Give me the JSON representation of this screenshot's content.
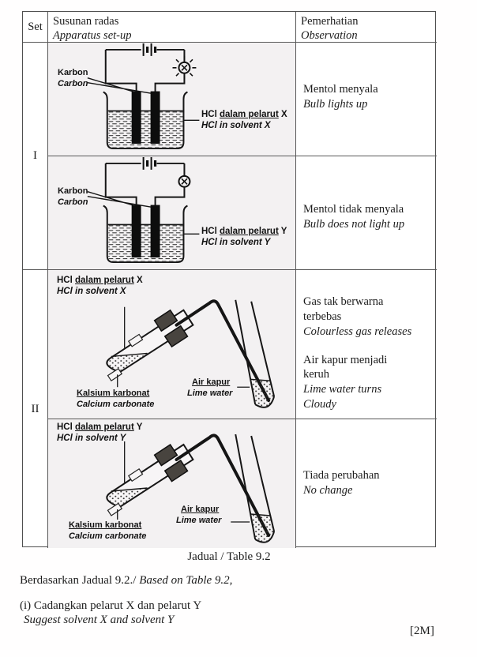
{
  "table": {
    "header": {
      "set": "Set",
      "apparatus_ms": "Susunan radas",
      "apparatus_en": "Apparatus set-up",
      "observation_ms": "Pemerhatian",
      "observation_en": "Observation"
    },
    "set1": {
      "label": "I",
      "a": {
        "obs_ms": "Mentol menyala",
        "obs_en": "Bulb lights up",
        "electrode_ms": "Karbon",
        "electrode_en": "Carbon",
        "sol_pre": "HCl",
        "sol_u": "dalam pelarut",
        "sol_post": "X",
        "sol_en": "HCl in solvent X"
      },
      "b": {
        "obs_ms": "Mentol tidak menyala",
        "obs_en": "Bulb does not light up",
        "electrode_ms": "Karbon",
        "electrode_en": "Carbon",
        "sol_pre": "HCl",
        "sol_u": "dalam pelarut",
        "sol_post": "Y",
        "sol_en": "HCl in solvent Y"
      }
    },
    "set2": {
      "label": "II",
      "a": {
        "obs_lines": [
          "Gas tak berwarna",
          "terbebas",
          "Colourless gas releases",
          "Air kapur menjadi",
          "keruh",
          "Lime water turns",
          "Cloudy"
        ],
        "sol_pre": "HCl",
        "sol_u": "dalam pelarut",
        "sol_post": "X",
        "sol_en": "HCl in solvent X",
        "solid_ms": "Kalsium karbonat",
        "solid_en": "Calcium carbonate",
        "lime_ms": "Air kapur",
        "lime_en": "Lime water"
      },
      "b": {
        "obs_ms": "Tiada perubahan",
        "obs_en": "No change",
        "sol_pre": "HCl",
        "sol_u": "dalam pelarut",
        "sol_post": "Y",
        "sol_en": "HCl in solvent Y",
        "solid_ms": "Kalsium karbonat",
        "solid_en": "Calcium carbonate",
        "lime_ms": "Air kapur",
        "lime_en": "Lime water"
      }
    },
    "caption": "Jadual / Table 9.2"
  },
  "footer": {
    "based_ms": "Berdasarkan Jadual 9.2./",
    "based_en": "Based on Table 9.2,",
    "question_ms": "(i) Cadangkan pelarut X dan pelarut Y",
    "question_en": "Suggest solvent X and solvent Y",
    "marks": "[2M]"
  },
  "colors": {
    "panel": "#f3f1f2",
    "ink": "#1c1c1c",
    "border": "#585858"
  }
}
